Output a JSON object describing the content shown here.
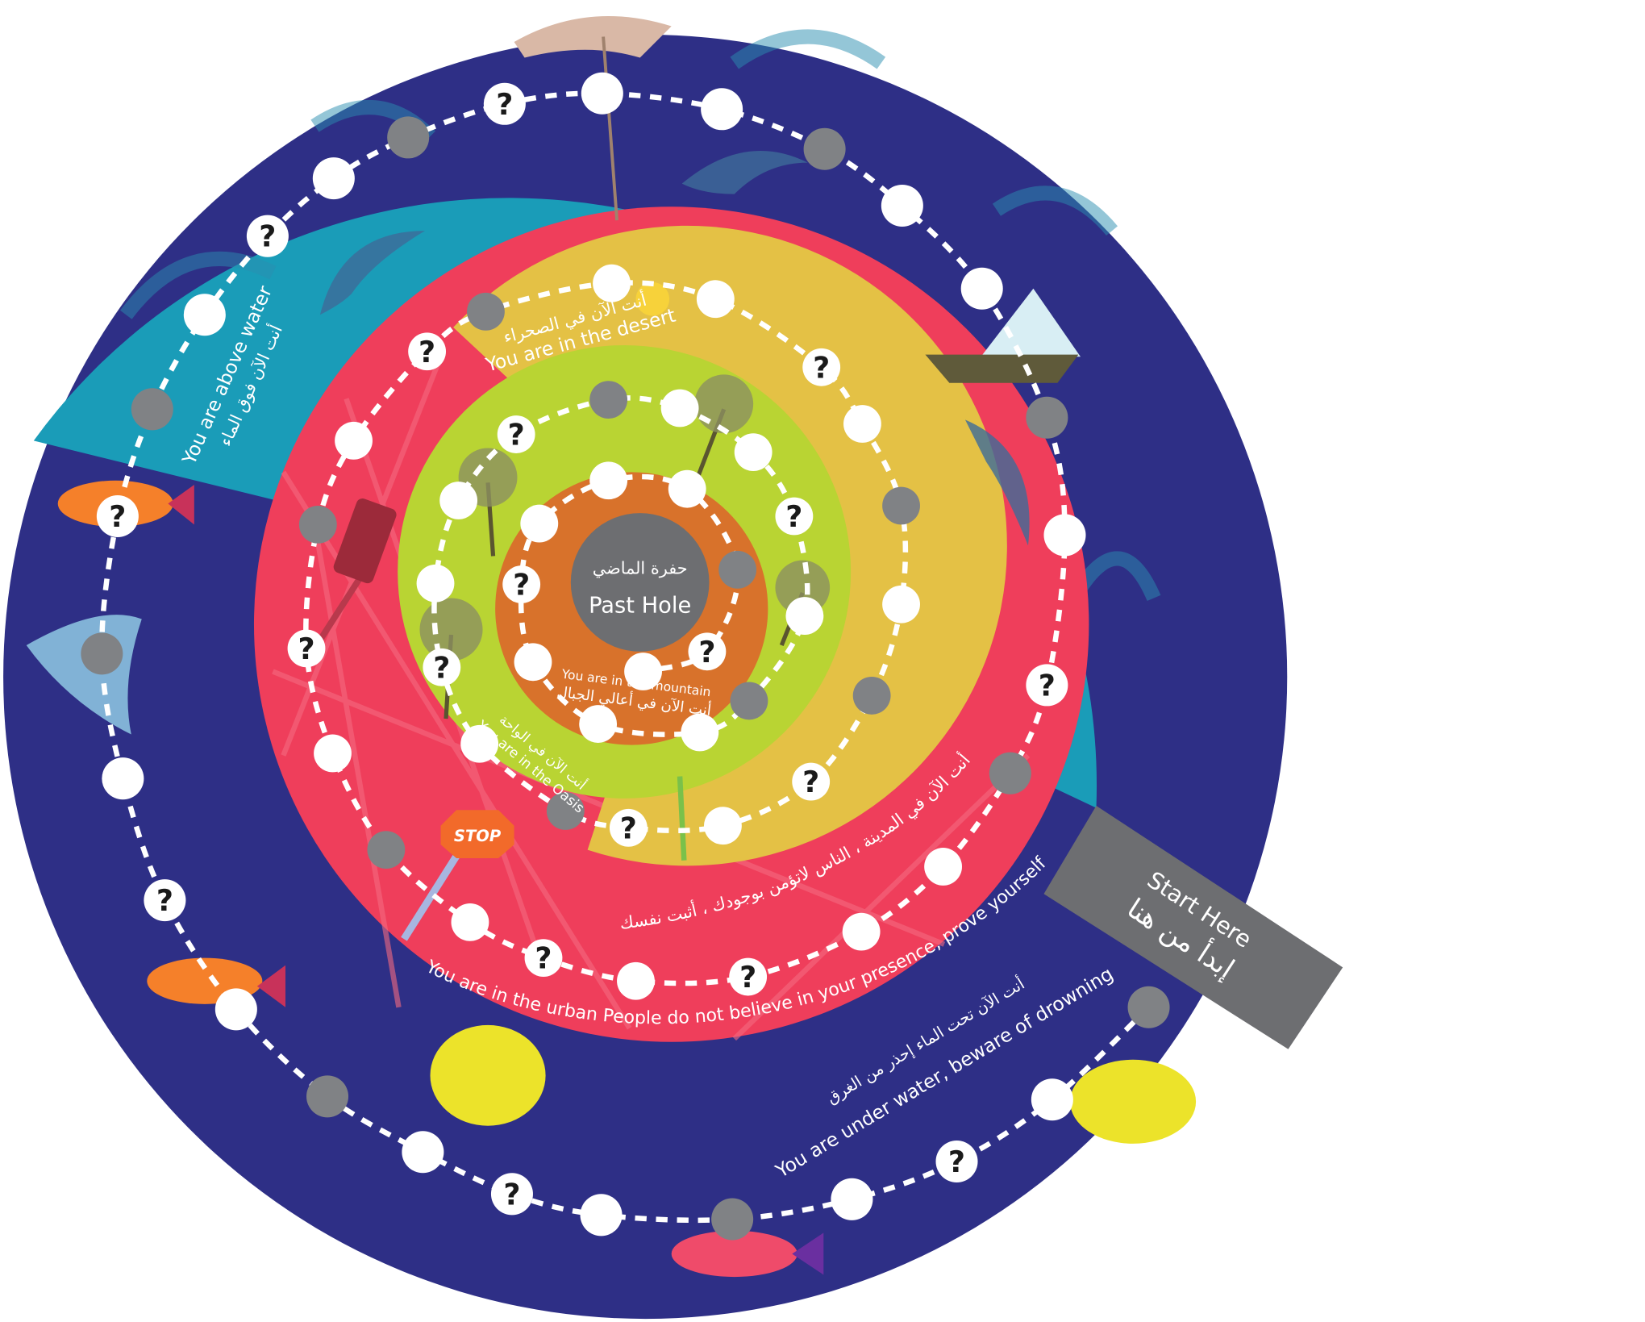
{
  "board": {
    "center": {
      "arabic": "حفرة الماضي",
      "english": "Past Hole"
    },
    "start": {
      "english": "Start Here",
      "arabic": "إبدأ من هنا"
    },
    "zones": {
      "above_water": {
        "english": "You are above water",
        "arabic": "أنت الآن فوق الماء"
      },
      "under_water": {
        "english": "You are under water, beware of drowning",
        "arabic": "أنت الآن تحت الماء إحذر من الغرق"
      },
      "urban": {
        "english": "You are in the urban People do not believe in your presence, prove yourself",
        "arabic": "أنت الآن في المدينة ، الناس لاتؤمن بوجودك ، أثبت نفسك"
      },
      "desert": {
        "english": "You are in the desert",
        "arabic": "أنت الآن في الصحراء"
      },
      "oasis": {
        "english": "You are in the Oasis",
        "arabic": "أنت الآن في الواحة"
      },
      "mountain": {
        "english": "You are in the mountain",
        "arabic": "أنت الآن في أعالي الجبال"
      }
    },
    "stop_sign": "STOP",
    "question_mark": "?"
  },
  "colors": {
    "sea": "#1a9cb8",
    "deep_sea": "#2e2f86",
    "urban": "#ef3e5b",
    "desert": "#e4c145",
    "oasis": "#b9d433",
    "mountain": "#d8722b",
    "hole": "#6d6e71",
    "start": "#6d6e71",
    "token_white": "#ffffff",
    "token_gray": "#808285"
  }
}
